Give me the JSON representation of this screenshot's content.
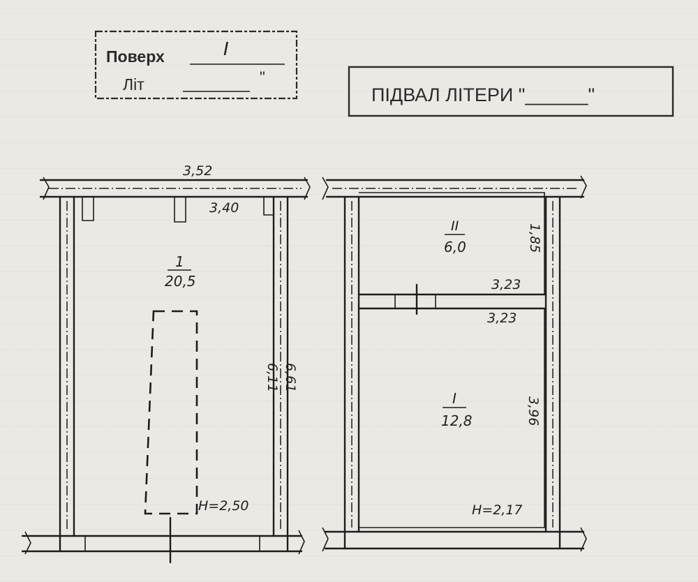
{
  "floor_stamp": {
    "floor_label": "Поверх",
    "floor_value": "I",
    "letter_label": "Літ",
    "letter_value": "\""
  },
  "basement_title": "ПІДВАЛ ЛІТЕРИ \"______\"",
  "left_plan": {
    "outer_width": "3,52",
    "inner_width": "3,40",
    "room_number": "1",
    "room_area": "20,5",
    "inner_length": "6,11",
    "outer_length": "6,61",
    "height": "H=2,50"
  },
  "right_plan": {
    "room_upper_number": "II",
    "room_upper_area": "6,0",
    "room_upper_depth": "1,85",
    "room_upper_width": "3,23",
    "room_lower_width": "3,23",
    "room_lower_number": "I",
    "room_lower_area": "12,8",
    "room_lower_depth": "3,96",
    "height": "H=2,17"
  }
}
